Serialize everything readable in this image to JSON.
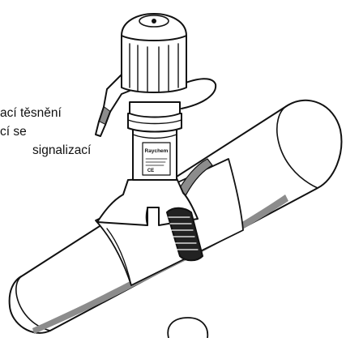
{
  "callout": {
    "line1": "ací těsnění",
    "line2": "cí se",
    "line3": "signalizací"
  },
  "device": {
    "brand_label": "Raychem",
    "mark": "CE"
  },
  "colors": {
    "outline": "#111111",
    "strap": "#8c8c8c",
    "band": "#555555"
  }
}
